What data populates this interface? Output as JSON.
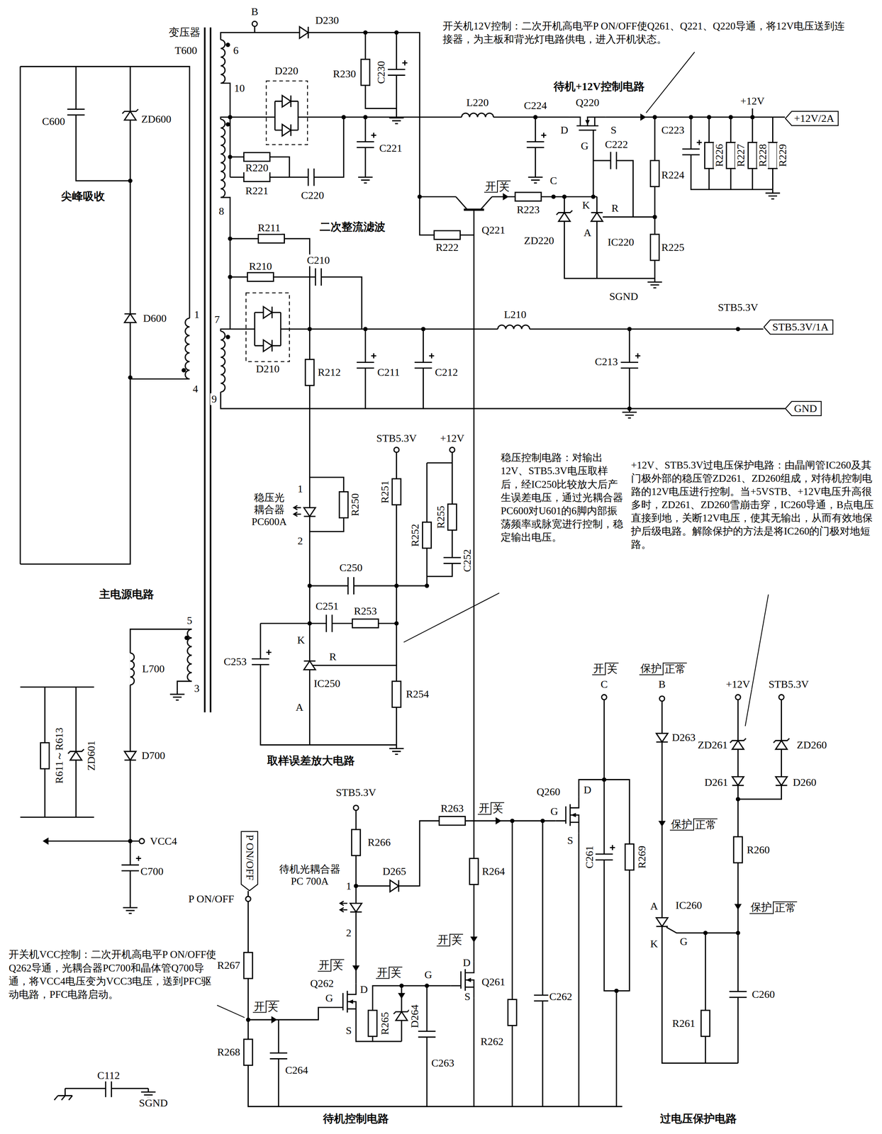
{
  "diagram": {
    "nodes": [
      {
        "text": [
          "+12V/2A"
        ]
      },
      {
        "text": [
          "STB5.3V/1A"
        ]
      },
      {
        "text": [
          "GND"
        ]
      },
      {
        "text": [
          "P ON/OFF"
        ]
      }
    ],
    "labels": [
      "B",
      "变压器",
      "T600",
      "6",
      "D230",
      "10",
      "D220",
      "R230",
      "C230",
      "开关机12V控制：二次开机高电平P ON/OFF使Q261、Q221、Q220导通，将12V电压送到连接器，为主板和背光灯电路供电，进入开机状态。",
      "待机+12V控制电路",
      "L220",
      "C224",
      "Q220",
      "D",
      "S",
      "G",
      "C222",
      "+12V",
      "C223",
      "C600",
      "ZD600",
      "C221",
      "R220",
      "R221",
      "C220",
      "尖峰吸收",
      "8",
      "开",
      "关",
      "C",
      "R223",
      "K",
      "R",
      "R222",
      "Q221",
      "ZD220",
      "A",
      "IC220",
      "R225",
      "R224",
      "R226",
      "R227",
      "R228",
      "R229",
      "SGND",
      "二次整流滤波",
      "R211",
      "R210",
      "C210",
      "STB5.3V",
      "L210",
      "D600",
      "1",
      "7",
      "D210",
      "C211",
      "C212",
      "C213",
      "R212",
      "4",
      "9",
      "STB5.3V",
      "+12V",
      "稳压控制电路：对输出12V、STB5.3V电压取样后，经IC250比较放大后产生误差电压，通过光耦合器PC600对U601的6脚内部振荡频率或脉宽进行控制，稳定输出电压。",
      "+12V、STB5.3V过电压保护电路：由晶闸管IC260及其门极外部的稳压管ZD261、ZD260组成，对待机控制电路的12V电压进行控制。当+5VSTB、+12V电压升高很多时，ZD261、ZD260雪崩击穿，IC260导通，B点电压直接到地，关断12V电压，使其无输出，从而有效地保护后级电路。解除保护的方法是将IC260的门极对地短路。",
      "稳压光耦合器PC600A",
      "1",
      "2",
      "R250",
      "R251",
      "R252",
      "R255",
      "C252",
      "主电源电路",
      "C250",
      "C251",
      "R253",
      "5",
      "L700",
      "3",
      "C253",
      "K",
      "R",
      "IC250",
      "R254",
      "A",
      "R611～R613",
      "ZD601",
      "D700",
      "取样误差放大电路",
      "VCC4",
      "C700",
      "开",
      "关",
      "保护",
      "正常",
      "B",
      "+12V",
      "STB5.3V",
      "C",
      "D263",
      "ZD261",
      "ZD260",
      "STB5.3V",
      "R263",
      "开",
      "关",
      "Q260",
      "D",
      "G",
      "S",
      "D261",
      "D260",
      "R266",
      "D265",
      "待机光耦合器 PC 700A",
      "1",
      "R264",
      "保护",
      "正常",
      "C261",
      "R269",
      "R260",
      "2",
      "A",
      "IC260",
      "保护",
      "正常",
      "P ON/OFF",
      "G",
      "K",
      "开",
      "关",
      "开关机VCC控制：二次开机高电平P ON/OFF使Q262导通，光耦合器PC700和晶体管Q700导通，将VCC4电压变为VCC3电压，送到PFC驱动电路，PFC电路启动。",
      "R267",
      "开",
      "关",
      "Q262",
      "D",
      "开",
      "关",
      "G",
      "Q261",
      "D",
      "S",
      "G",
      "R265",
      "D264",
      "C262",
      "C260",
      "S",
      "开",
      "关",
      "R262",
      "R261",
      "R268",
      "C263",
      "C264",
      "C112",
      "SGND",
      "待机控制电路",
      "过电压保护电路"
    ]
  }
}
